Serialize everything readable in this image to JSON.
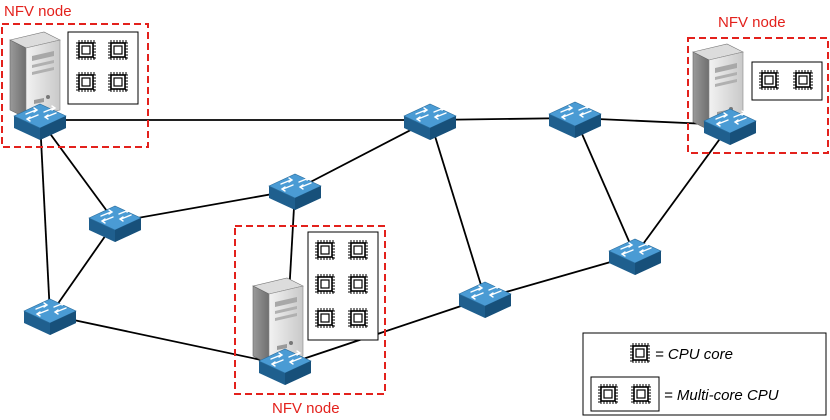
{
  "nfv_label": "NFV node",
  "legend": {
    "core_label": "= CPU core",
    "multicore_label": "= Multi-core CPU"
  },
  "colors": {
    "nfv_border": "#e3211c",
    "nfv_text": "#e3211c",
    "switch_top": "#3b8bc4",
    "switch_side": "#1f5f8e",
    "link": "#000000"
  },
  "nodes": [
    {
      "id": "n1",
      "label": "NFV node",
      "cores": 4
    },
    {
      "id": "n2",
      "label": "NFV node",
      "cores": 2
    },
    {
      "id": "n3",
      "label": "NFV node",
      "cores": 6
    }
  ]
}
